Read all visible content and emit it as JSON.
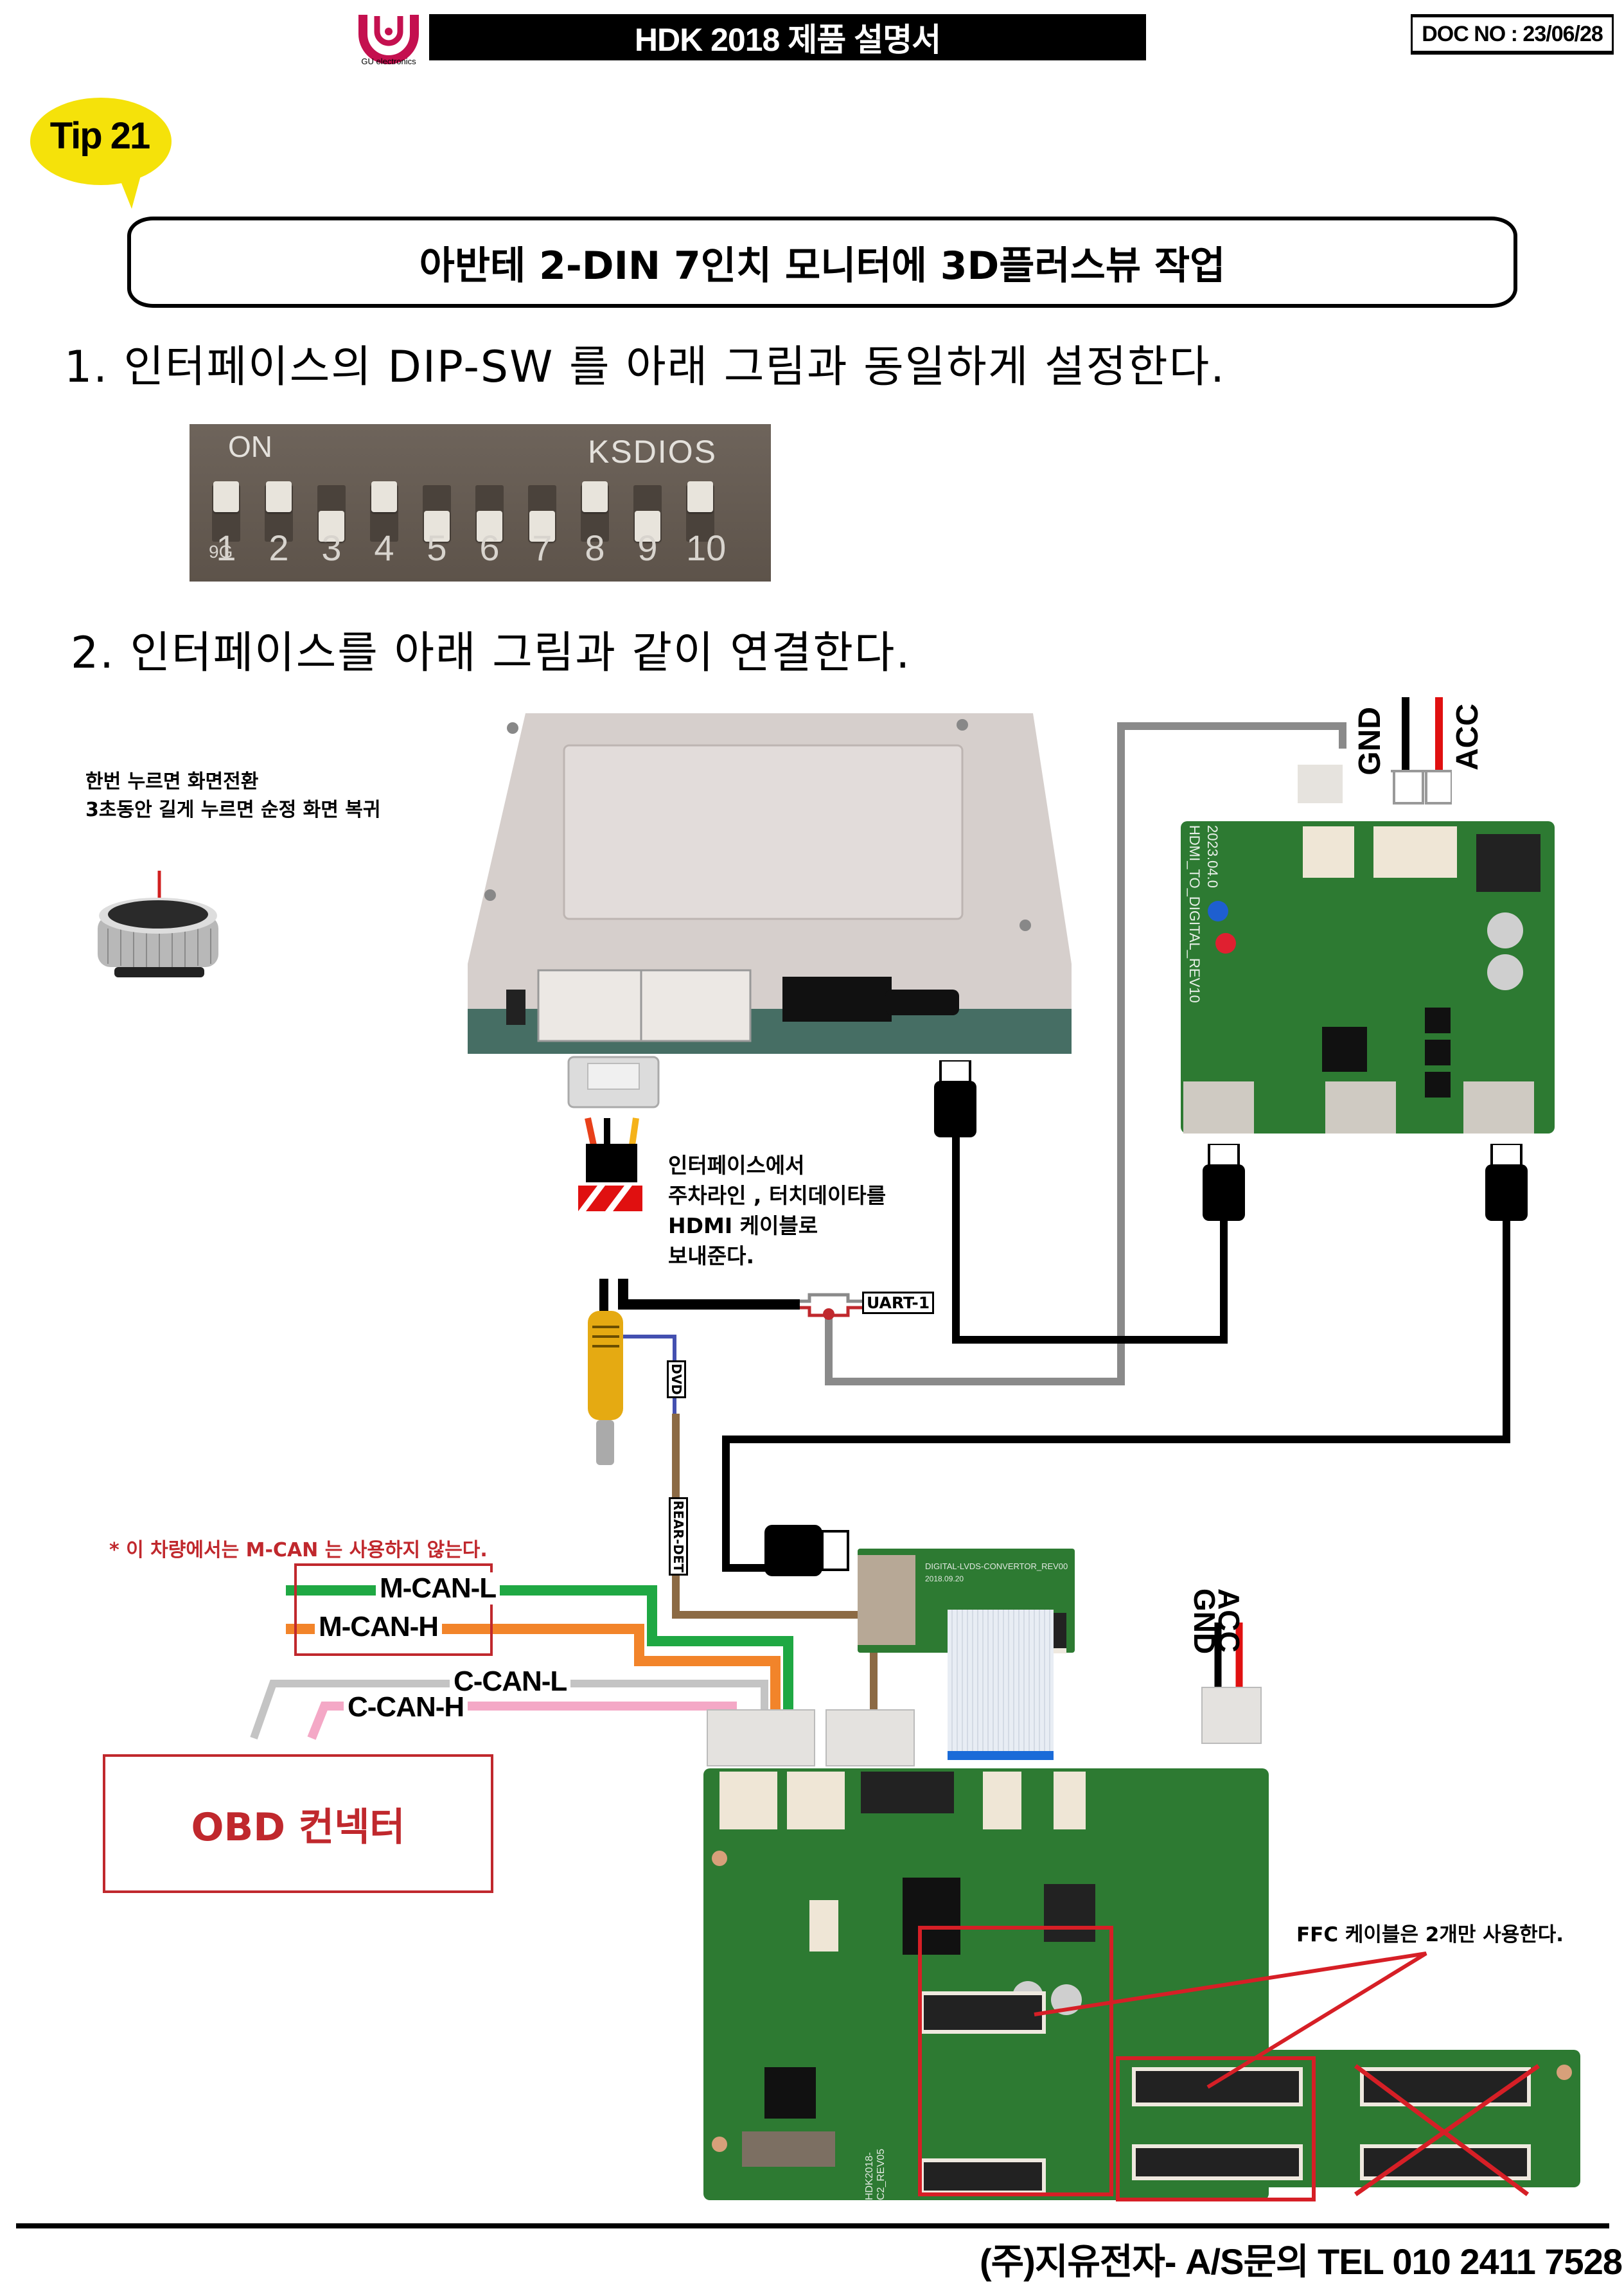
{
  "header": {
    "logo_text": "GU electronics",
    "title": "HDK 2018 제품 설명서",
    "doc_no": "DOC NO : 23/06/28"
  },
  "tip": {
    "label": "Tip 21",
    "color": "#f5e20a"
  },
  "title": "아반테 2-DIN 7인치 모니터에 3D플러스뷰 작업",
  "steps": [
    {
      "text": "1. 인터페이스의 DIP-SW 를 아래 그림과 동일하게 설정한다."
    },
    {
      "text": "2. 인터페이스를 아래 그림과 같이 연결한다."
    }
  ],
  "dip_switch": {
    "on_label": "ON",
    "brand": "KSDIOS",
    "corner_mark": "9G",
    "switches": [
      {
        "num": "1",
        "state": "on"
      },
      {
        "num": "2",
        "state": "on"
      },
      {
        "num": "3",
        "state": "off"
      },
      {
        "num": "4",
        "state": "on"
      },
      {
        "num": "5",
        "state": "off"
      },
      {
        "num": "6",
        "state": "off"
      },
      {
        "num": "7",
        "state": "off"
      },
      {
        "num": "8",
        "state": "on"
      },
      {
        "num": "9",
        "state": "off"
      },
      {
        "num": "10",
        "state": "on"
      }
    ]
  },
  "knob_note": {
    "line1": "한번 누르면 화면전환",
    "line2": "3초동안 길게 누르면 순정 화면 복귀"
  },
  "hdmi_note": {
    "line1": "인터페이스에서",
    "line2": "주차라인 , 터치데이타를",
    "line3": "HDMI 케이블로",
    "line4": "보내준다."
  },
  "labels": {
    "uart": "UART-1",
    "dvd": "DVD",
    "rear_det": "REAR-DET",
    "gnd": "GND",
    "acc": "ACC",
    "pcb1_silk": "HDMI_TO_DIGITAL_REV10",
    "pcb1_date": "2023.04.0",
    "lvds_silk": "DIGITAL-LVDS-CONVERTOR_REV00",
    "lvds_date": "2018.09.20",
    "pcb2_silk": "HDK2018-C2_REV05"
  },
  "can": {
    "note": "* 이 차량에서는 M-CAN 는 사용하지 않는다.",
    "m_can_l": "M-CAN-L",
    "m_can_h": "M-CAN-H",
    "c_can_l": "C-CAN-L",
    "c_can_h": "C-CAN-H",
    "colors": {
      "m_can_l": "#1fa843",
      "m_can_h": "#f2842a",
      "c_can_l": "#c4c4c4",
      "c_can_h": "#f4a8c6"
    }
  },
  "obd": "OBD 컨넥터",
  "ffc_note": "FFC 케이블은 2개만 사용한다.",
  "footer": "(주)지유전자- A/S문의 TEL 010 2411 7528",
  "colors": {
    "accent_red": "#c0282d",
    "pcb_green": "#2d7a32",
    "wire_gray": "#8a8a8a",
    "wire_brown": "#8c6a44",
    "wire_blue": "#4450b0"
  }
}
